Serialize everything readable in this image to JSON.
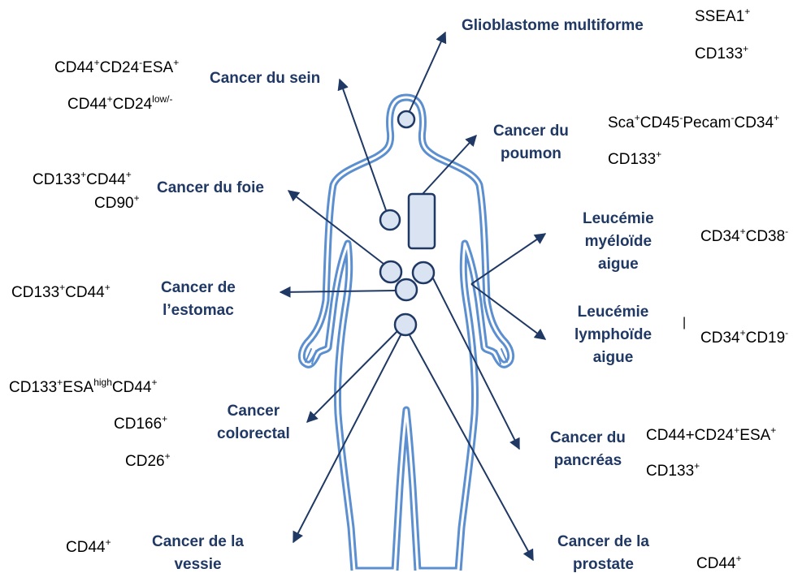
{
  "colors": {
    "body_outline": "#5b8fd0",
    "organ_fill": "#d9e3f1",
    "organ_stroke": "#1f3864",
    "arrow": "#1f3864",
    "label": "#1f3864",
    "marker_text": "#000000"
  },
  "cancers": {
    "glioblastome": [
      "Glioblastome multiforme"
    ],
    "sein": [
      "Cancer du sein"
    ],
    "poumon": [
      "Cancer du",
      "poumon"
    ],
    "foie": [
      "Cancer du foie"
    ],
    "leucemie_myeloide": [
      "Leucémie",
      "myéloïde",
      "aigue"
    ],
    "estomac": [
      "Cancer de",
      "l’estomac"
    ],
    "leucemie_lymphoide": [
      "Leucémie",
      "lymphoïde",
      "aigue"
    ],
    "colorectal": [
      "Cancer",
      "colorectal"
    ],
    "pancreas": [
      "Cancer du",
      "pancréas"
    ],
    "vessie": [
      "Cancer de la",
      "vessie"
    ],
    "prostate": [
      "Cancer de la",
      "prostate"
    ]
  },
  "markers": {
    "glioblastome": [
      [
        [
          "SSEA1",
          ""
        ],
        [
          "",
          "+"
        ]
      ],
      [
        [
          "CD133",
          ""
        ],
        [
          "",
          "+"
        ]
      ]
    ],
    "sein": [
      [
        [
          "CD44",
          ""
        ],
        [
          "",
          "+"
        ],
        [
          "CD24",
          ""
        ],
        [
          "",
          "-"
        ],
        [
          "ESA",
          ""
        ],
        [
          "",
          "+"
        ]
      ],
      [
        [
          "CD44",
          ""
        ],
        [
          "",
          "+"
        ],
        [
          "CD24",
          ""
        ],
        [
          "",
          "low/-"
        ]
      ]
    ],
    "poumon": [
      [
        [
          "Sca",
          ""
        ],
        [
          "",
          "+"
        ],
        [
          "CD45",
          ""
        ],
        [
          "",
          "-"
        ],
        [
          "Pecam",
          ""
        ],
        [
          "",
          "-"
        ],
        [
          "CD34",
          ""
        ],
        [
          "",
          "+"
        ]
      ],
      [
        [
          "CD133",
          ""
        ],
        [
          "",
          "+"
        ]
      ]
    ],
    "foie": [
      [
        [
          "CD133",
          ""
        ],
        [
          "",
          "+"
        ],
        [
          "CD44",
          ""
        ],
        [
          "",
          "+"
        ]
      ],
      [
        [
          "CD90",
          ""
        ],
        [
          "",
          "+"
        ]
      ]
    ],
    "leucemie_myeloide": [
      [
        [
          "CD34",
          ""
        ],
        [
          "",
          "+"
        ],
        [
          "CD38",
          ""
        ],
        [
          "",
          "-"
        ]
      ]
    ],
    "estomac": [
      [
        [
          "CD133",
          ""
        ],
        [
          "",
          "+"
        ],
        [
          "CD44",
          ""
        ],
        [
          "",
          "+"
        ]
      ]
    ],
    "leucemie_lymphoide": [
      [
        [
          "CD34",
          ""
        ],
        [
          "",
          "+"
        ],
        [
          "CD19",
          ""
        ],
        [
          "",
          "-"
        ]
      ]
    ],
    "colorectal": [
      [
        [
          "CD133",
          ""
        ],
        [
          "",
          "+"
        ],
        [
          "ESA",
          ""
        ],
        [
          "",
          "high"
        ],
        [
          "CD44",
          ""
        ],
        [
          "",
          "+"
        ]
      ],
      [
        [
          "CD166",
          ""
        ],
        [
          "",
          "+"
        ]
      ],
      [
        [
          "CD26",
          ""
        ],
        [
          "",
          "+"
        ]
      ]
    ],
    "pancreas": [
      [
        [
          "CD44+CD24",
          ""
        ],
        [
          "",
          "+"
        ],
        [
          "ESA",
          ""
        ],
        [
          "",
          "+"
        ]
      ],
      [
        [
          "CD133",
          ""
        ],
        [
          "",
          "+"
        ]
      ]
    ],
    "vessie": [
      [
        [
          "CD44",
          ""
        ],
        [
          "",
          "+"
        ]
      ]
    ],
    "prostate": [
      [
        [
          "CD44",
          ""
        ],
        [
          "",
          "+"
        ]
      ]
    ]
  },
  "stray_mark": "|"
}
